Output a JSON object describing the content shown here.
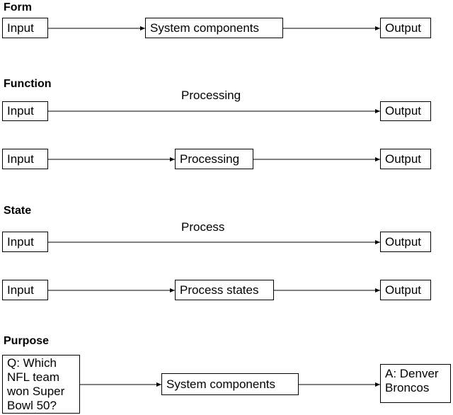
{
  "sections": {
    "form": {
      "heading": "Form",
      "input": "Input",
      "middle": "System components",
      "output": "Output"
    },
    "function": {
      "heading": "Function",
      "row1": {
        "input": "Input",
        "label": "Processing",
        "output": "Output"
      },
      "row2": {
        "input": "Input",
        "middle": "Processing",
        "output": "Output"
      }
    },
    "state": {
      "heading": "State",
      "row1": {
        "input": "Input",
        "label": "Process",
        "output": "Output"
      },
      "row2": {
        "input": "Input",
        "middle": "Process states",
        "output": "Output"
      }
    },
    "purpose": {
      "heading": "Purpose",
      "input": "Q: Which\nNFL team\nwon Super\nBowl 50?",
      "middle": "System components",
      "output": "A: Denver\nBroncos"
    }
  }
}
